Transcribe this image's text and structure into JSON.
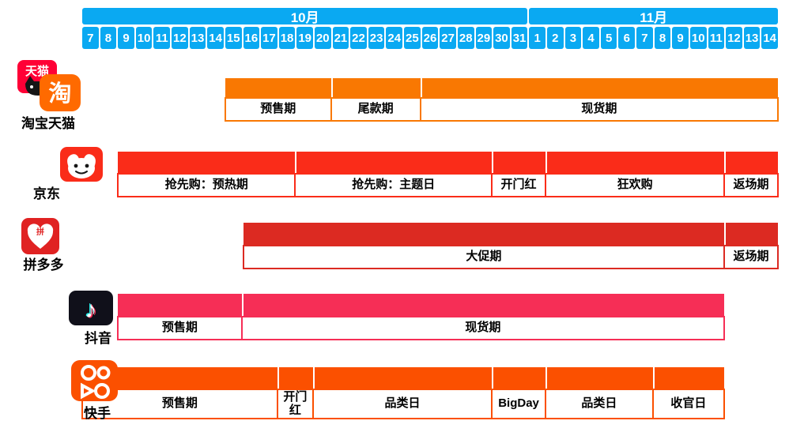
{
  "header": {
    "color": "#0AA9F2",
    "months": [
      {
        "label": "10月",
        "start_col": 0,
        "end_col": 25
      },
      {
        "label": "11月",
        "start_col": 25,
        "end_col": 39
      }
    ],
    "days": [
      "7",
      "8",
      "9",
      "10",
      "11",
      "12",
      "13",
      "14",
      "15",
      "16",
      "17",
      "18",
      "19",
      "20",
      "21",
      "22",
      "23",
      "24",
      "25",
      "26",
      "27",
      "28",
      "29",
      "30",
      "31",
      "1",
      "2",
      "3",
      "4",
      "5",
      "6",
      "7",
      "8",
      "9",
      "10",
      "11",
      "12",
      "13",
      "14"
    ]
  },
  "platforms": [
    {
      "name": "淘宝天猫",
      "icon": "taobao-tmall-icon",
      "color": "#F97802",
      "segments": [
        {
          "label": "预售期",
          "start_col": 8,
          "end_col": 14,
          "date_range": "10.15-10.20"
        },
        {
          "label": "尾款期",
          "start_col": 14,
          "end_col": 19,
          "date_range": "10.21-10.25"
        },
        {
          "label": "现货期",
          "start_col": 19,
          "end_col": 39,
          "date_range": "10.26-11.14"
        }
      ]
    },
    {
      "name": "京东",
      "icon": "jd-icon",
      "color": "#FA2C19",
      "segments": [
        {
          "label": "抢先购：预热期",
          "start_col": 2,
          "end_col": 12,
          "date_range": "10.9-10.18"
        },
        {
          "label": "抢先购：主题日",
          "start_col": 12,
          "end_col": 23,
          "date_range": "10.19-10.29"
        },
        {
          "label": "开门红",
          "start_col": 23,
          "end_col": 26,
          "date_range": "10.30-11.1"
        },
        {
          "label": "狂欢购",
          "start_col": 26,
          "end_col": 36,
          "date_range": "11.2-11.11"
        },
        {
          "label": "返场期",
          "start_col": 36,
          "end_col": 39,
          "date_range": "11.12-11.14"
        }
      ]
    },
    {
      "name": "拼多多",
      "icon": "pdd-icon",
      "color": "#DC2A22",
      "segments": [
        {
          "label": "大促期",
          "start_col": 9,
          "end_col": 36,
          "date_range": "10.16-11.11"
        },
        {
          "label": "返场期",
          "start_col": 36,
          "end_col": 39,
          "date_range": "11.12-11.14"
        }
      ]
    },
    {
      "name": "抖音",
      "icon": "douyin-icon",
      "color": "#F62E56",
      "segments": [
        {
          "label": "预售期",
          "start_col": 2,
          "end_col": 9,
          "date_range": "10.9-10.15"
        },
        {
          "label": "现货期",
          "start_col": 9,
          "end_col": 36,
          "date_range": "10.16-11.11"
        }
      ]
    },
    {
      "name": "快手",
      "icon": "kuaishou-icon",
      "color": "#FB5000",
      "segments": [
        {
          "label": "预售期",
          "start_col": 0,
          "end_col": 11,
          "date_range": "10.7-10.17"
        },
        {
          "label": "开门红",
          "start_col": 11,
          "end_col": 13,
          "date_range": "10.18-10.19"
        },
        {
          "label": "品类日",
          "start_col": 13,
          "end_col": 23,
          "date_range": "10.20-10.29"
        },
        {
          "label": "BigDay",
          "start_col": 23,
          "end_col": 26,
          "date_range": "10.30-11.1"
        },
        {
          "label": "品类日",
          "start_col": 26,
          "end_col": 32,
          "date_range": "11.2-11.7"
        },
        {
          "label": "收官日",
          "start_col": 32,
          "end_col": 36,
          "date_range": "11.8-11.11"
        }
      ]
    }
  ],
  "chart_data": {
    "type": "bar",
    "subtype": "gantt-timeline",
    "title": "",
    "x_axis": {
      "unit": "day",
      "range": "10.7 - 11.14",
      "month_bands": [
        {
          "label": "10月",
          "days": 25
        },
        {
          "label": "11月",
          "days": 14
        }
      ],
      "tick_labels": [
        "7",
        "8",
        "9",
        "10",
        "11",
        "12",
        "13",
        "14",
        "15",
        "16",
        "17",
        "18",
        "19",
        "20",
        "21",
        "22",
        "23",
        "24",
        "25",
        "26",
        "27",
        "28",
        "29",
        "30",
        "31",
        "1",
        "2",
        "3",
        "4",
        "5",
        "6",
        "7",
        "8",
        "9",
        "10",
        "11",
        "12",
        "13",
        "14"
      ]
    },
    "categories": [
      "淘宝天猫",
      "京东",
      "拼多多",
      "抖音",
      "快手"
    ],
    "series": [
      {
        "name": "淘宝天猫",
        "color": "#F97802",
        "phases": [
          {
            "label": "预售期",
            "start": "10.15",
            "end": "10.20"
          },
          {
            "label": "尾款期",
            "start": "10.21",
            "end": "10.25"
          },
          {
            "label": "现货期",
            "start": "10.26",
            "end": "11.14"
          }
        ]
      },
      {
        "name": "京东",
        "color": "#FA2C19",
        "phases": [
          {
            "label": "抢先购：预热期",
            "start": "10.9",
            "end": "10.18"
          },
          {
            "label": "抢先购：主题日",
            "start": "10.19",
            "end": "10.29"
          },
          {
            "label": "开门红",
            "start": "10.30",
            "end": "11.1"
          },
          {
            "label": "狂欢购",
            "start": "11.2",
            "end": "11.11"
          },
          {
            "label": "返场期",
            "start": "11.12",
            "end": "11.14"
          }
        ]
      },
      {
        "name": "拼多多",
        "color": "#DC2A22",
        "phases": [
          {
            "label": "大促期",
            "start": "10.16",
            "end": "11.11"
          },
          {
            "label": "返场期",
            "start": "11.12",
            "end": "11.14"
          }
        ]
      },
      {
        "name": "抖音",
        "color": "#F62E56",
        "phases": [
          {
            "label": "预售期",
            "start": "10.9",
            "end": "10.15"
          },
          {
            "label": "现货期",
            "start": "10.16",
            "end": "11.11"
          }
        ]
      },
      {
        "name": "快手",
        "color": "#FB5000",
        "phases": [
          {
            "label": "预售期",
            "start": "10.7",
            "end": "10.17"
          },
          {
            "label": "开门红",
            "start": "10.18",
            "end": "10.19"
          },
          {
            "label": "品类日",
            "start": "10.20",
            "end": "10.29"
          },
          {
            "label": "BigDay",
            "start": "10.30",
            "end": "11.1"
          },
          {
            "label": "品类日",
            "start": "11.2",
            "end": "11.7"
          },
          {
            "label": "收官日",
            "start": "11.8",
            "end": "11.11"
          }
        ]
      }
    ],
    "legend": "none",
    "grid": "off"
  }
}
